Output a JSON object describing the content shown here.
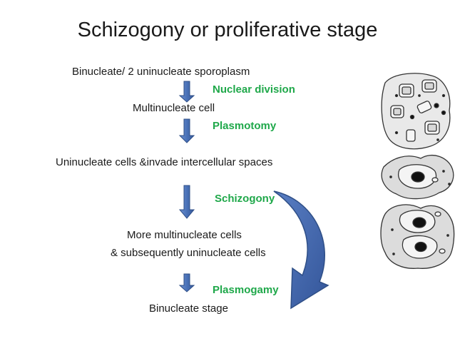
{
  "slide": {
    "title": "Schizogony or proliferative stage",
    "steps": [
      "Binucleate/  2 uninucleate sporoplasm",
      "Multinucleate cell",
      "Uninucleate cells &invade intercellular spaces",
      "More multinucleate cells",
      "& subsequently uninucleate cells",
      "Binucleate stage"
    ],
    "processes": [
      "Nuclear division",
      "Plasmotomy",
      "Schizogony",
      "Plasmogamy"
    ],
    "colors": {
      "process_label": "#1fa84a",
      "arrow_fill": "#4a72b8",
      "arrow_stroke": "#2f4f87",
      "curved_arrow": "#3f64ad",
      "text": "#1a1a1a"
    },
    "icons": [
      "down-arrow-icon",
      "curved-return-arrow-icon",
      "cell-illustration"
    ]
  }
}
